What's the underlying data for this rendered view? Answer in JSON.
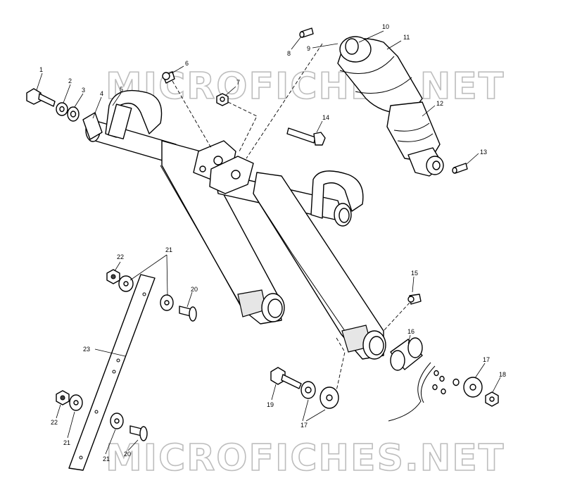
{
  "watermark": {
    "text": "MICROFICHES.NET"
  },
  "callouts": [
    {
      "id": "c1",
      "label": "1"
    },
    {
      "id": "c2",
      "label": "2"
    },
    {
      "id": "c3",
      "label": "3"
    },
    {
      "id": "c4",
      "label": "4"
    },
    {
      "id": "c5",
      "label": "5"
    },
    {
      "id": "c6",
      "label": "6"
    },
    {
      "id": "c7",
      "label": "7"
    },
    {
      "id": "c8",
      "label": "8"
    },
    {
      "id": "c9",
      "label": "9"
    },
    {
      "id": "c10",
      "label": "10"
    },
    {
      "id": "c11",
      "label": "11"
    },
    {
      "id": "c12",
      "label": "12"
    },
    {
      "id": "c13",
      "label": "13"
    },
    {
      "id": "c14",
      "label": "14"
    },
    {
      "id": "c15",
      "label": "15"
    },
    {
      "id": "c16",
      "label": "16"
    },
    {
      "id": "c17a",
      "label": "17"
    },
    {
      "id": "c17b",
      "label": "17"
    },
    {
      "id": "c18",
      "label": "18"
    },
    {
      "id": "c19",
      "label": "19"
    },
    {
      "id": "c20a",
      "label": "20"
    },
    {
      "id": "c20b",
      "label": "20"
    },
    {
      "id": "c21a",
      "label": "21"
    },
    {
      "id": "c21b",
      "label": "21"
    },
    {
      "id": "c21c",
      "label": "21"
    },
    {
      "id": "c22a",
      "label": "22"
    },
    {
      "id": "c22b",
      "label": "22"
    },
    {
      "id": "c23",
      "label": "23"
    }
  ]
}
